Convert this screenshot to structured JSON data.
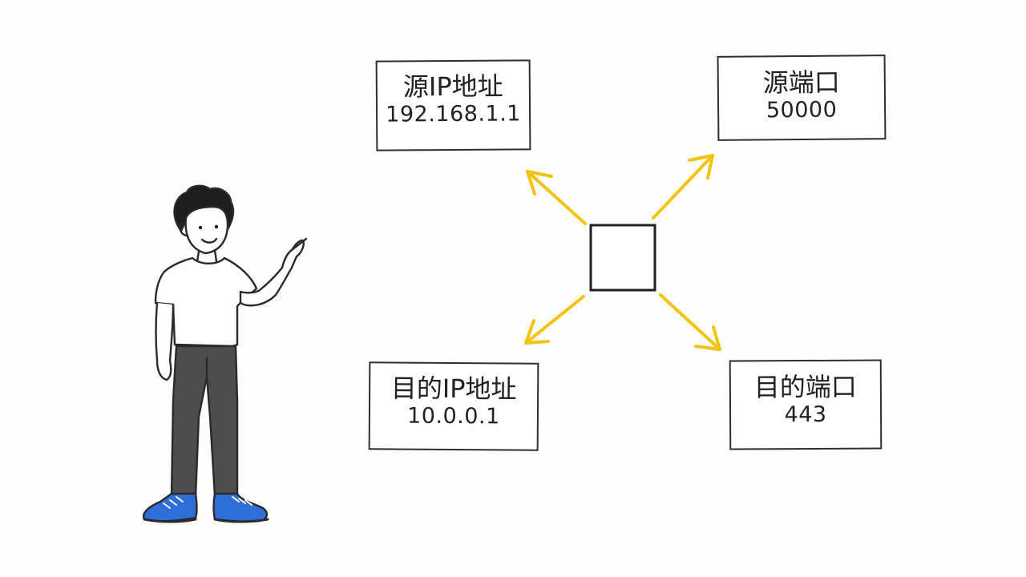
{
  "fields": [
    {
      "id": "src-ip",
      "title": "源IP地址",
      "value": "192.168.1.1"
    },
    {
      "id": "src-port",
      "title": "源端口",
      "value": "50000"
    },
    {
      "id": "dst-ip",
      "title": "目的IP地址",
      "value": "10.0.0.1"
    },
    {
      "id": "dst-port",
      "title": "目的端口",
      "value": "443"
    }
  ],
  "colors": {
    "arrow": "#f2c40f",
    "ink": "#2a2a2a",
    "pants": "#4d4d4d",
    "shoes": "#2d6fd6"
  }
}
